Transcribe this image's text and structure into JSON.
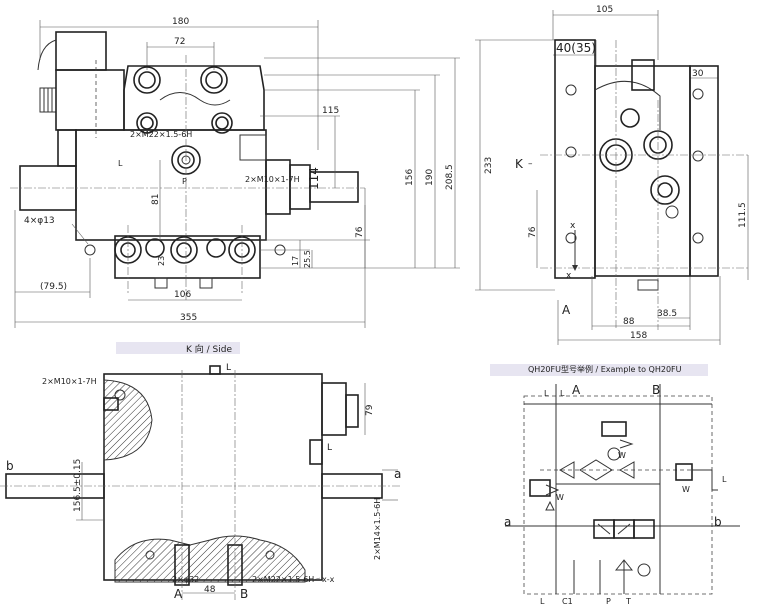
{
  "top_left": {
    "dims": {
      "w180": "180",
      "w72": "72",
      "w115": "115",
      "w106": "106",
      "w355": "355",
      "w79_5": "(79.5)",
      "h156": "156",
      "h190": "190",
      "h208_5": "208.5",
      "h81": "81",
      "h76": "76",
      "h114": "114",
      "h23": "23",
      "h17": "17",
      "h25_5": "25.5"
    },
    "labels": {
      "m22": "2×M22×1.5-6H",
      "m10": "2×M10×1-7H",
      "phi13": "4×φ13",
      "p": "P",
      "l": "L"
    }
  },
  "top_right": {
    "dims": {
      "w105": "105",
      "w40_35": "40(35)",
      "w30": "30",
      "h233": "233",
      "h111_5": "111.5",
      "h76": "76",
      "w88": "88",
      "w38_5": "38.5",
      "w158": "158"
    },
    "labels": {
      "k": "K",
      "a": "A",
      "x1": "x",
      "x2": "x"
    }
  },
  "bottom_left": {
    "title": "K 向 / Side",
    "dims": {
      "h79": "79",
      "h156_5": "156.5±0.15",
      "w48": "48"
    },
    "labels": {
      "m10": "2×M10×1-7H",
      "l_top": "L",
      "l_right": "L",
      "b": "b",
      "a": "a",
      "m14": "2×M14×1.5-6H",
      "phi32": "2×φ32",
      "m22": "2×M22×1.5-6H",
      "xx": "x-x",
      "port_a": "A",
      "port_b": "B"
    }
  },
  "bottom_right": {
    "title": "QH20FU型号举例 / Example to QH20FU",
    "labels": {
      "a_top": "A",
      "b_top": "B",
      "a_side": "a",
      "b_side": "b",
      "l1": "L",
      "l2": "L",
      "l3": "L",
      "l_bottom": "L",
      "c1": "C1",
      "p": "P",
      "t": "T",
      "w1": "W",
      "w2": "W",
      "w3": "W"
    }
  }
}
